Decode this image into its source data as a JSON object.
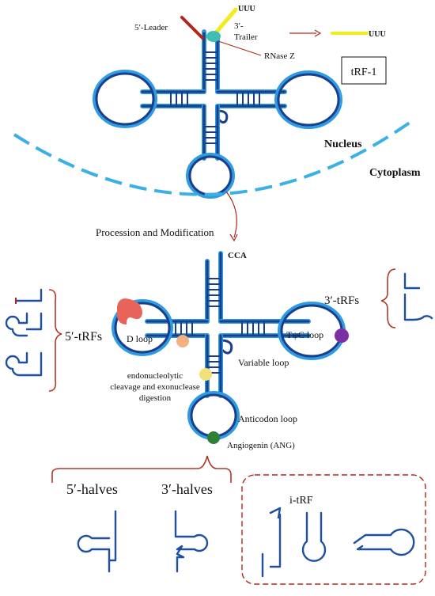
{
  "labels": {
    "leader": "5′-Leader",
    "uuu_top": "UUU",
    "trailer_line1": "3′-",
    "trailer_line2": "Trailer",
    "uuu_right": "UUU",
    "rnase_z": "RNase Z",
    "trf1": "tRF-1",
    "nucleus": "Nucleus",
    "cytoplasm": "Cytoplasm",
    "procession": "Procession and Modification",
    "cca": "CCA",
    "trf5": "5′-tRFs",
    "trf3": "3′-tRFs",
    "d_loop": "D loop",
    "tpsic_loop": "TψC loop",
    "variable_loop": "Variable loop",
    "cleavage_line1": "endonucleolytic",
    "cleavage_line2": "cleavage and exonuclease",
    "cleavage_line3": "digestion",
    "anticodon_loop": "Anticodon loop",
    "angiogenin": "Angiogenin (ANG)",
    "halves5": "5′-halves",
    "halves3": "3′-halves",
    "itrf": "i-tRF"
  },
  "colors": {
    "trna_outer": "#2f9be3",
    "trna_inner": "#1a3f8a",
    "fragment": "#1f4fa0",
    "bracket": "#b2372a",
    "membrane": "#3ab0e6",
    "leader": "#b0281c",
    "trailer": "#f2ec1e",
    "rnase_z": "#3fbfb4",
    "d_loop_enzyme": "#e8645a",
    "tpsic_enzyme": "#7b2fa5",
    "variable_enzyme": "#f1b183",
    "cleavage_enzyme": "#f3e07a",
    "angiogenin": "#2f7f35"
  }
}
